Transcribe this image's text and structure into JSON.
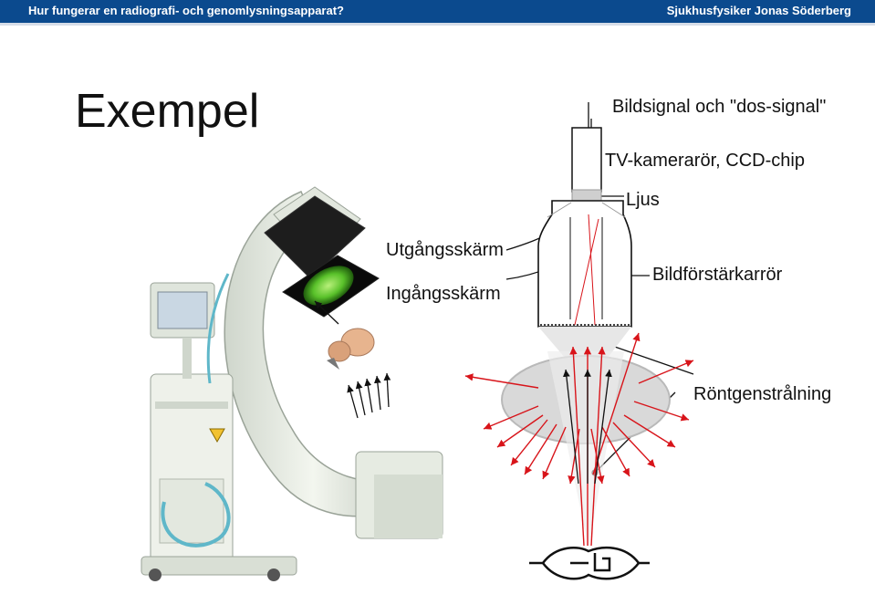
{
  "header": {
    "left": "Hur fungerar en radiografi- och genomlysningsapparat?",
    "right": "Sjukhusfysiker Jonas Söderberg",
    "background": "#0b4a8e"
  },
  "slide": {
    "title": "Exempel"
  },
  "labels": {
    "bildsignal": "Bildsignal och \"dos-signal\"",
    "tv_kamera": "TV-kamerarör, CCD-chip",
    "ljus": "Ljus",
    "utgangsskarm": "Utgångsskärm",
    "ingangsskarm": "Ingångsskärm",
    "bildforstarkare": "Bildförstärkarrör",
    "rontgen": "Röntgenstrålning"
  },
  "colors": {
    "ray": "#d8141a",
    "machine": "#e9ede4",
    "screen_glow": "#59c12a"
  }
}
